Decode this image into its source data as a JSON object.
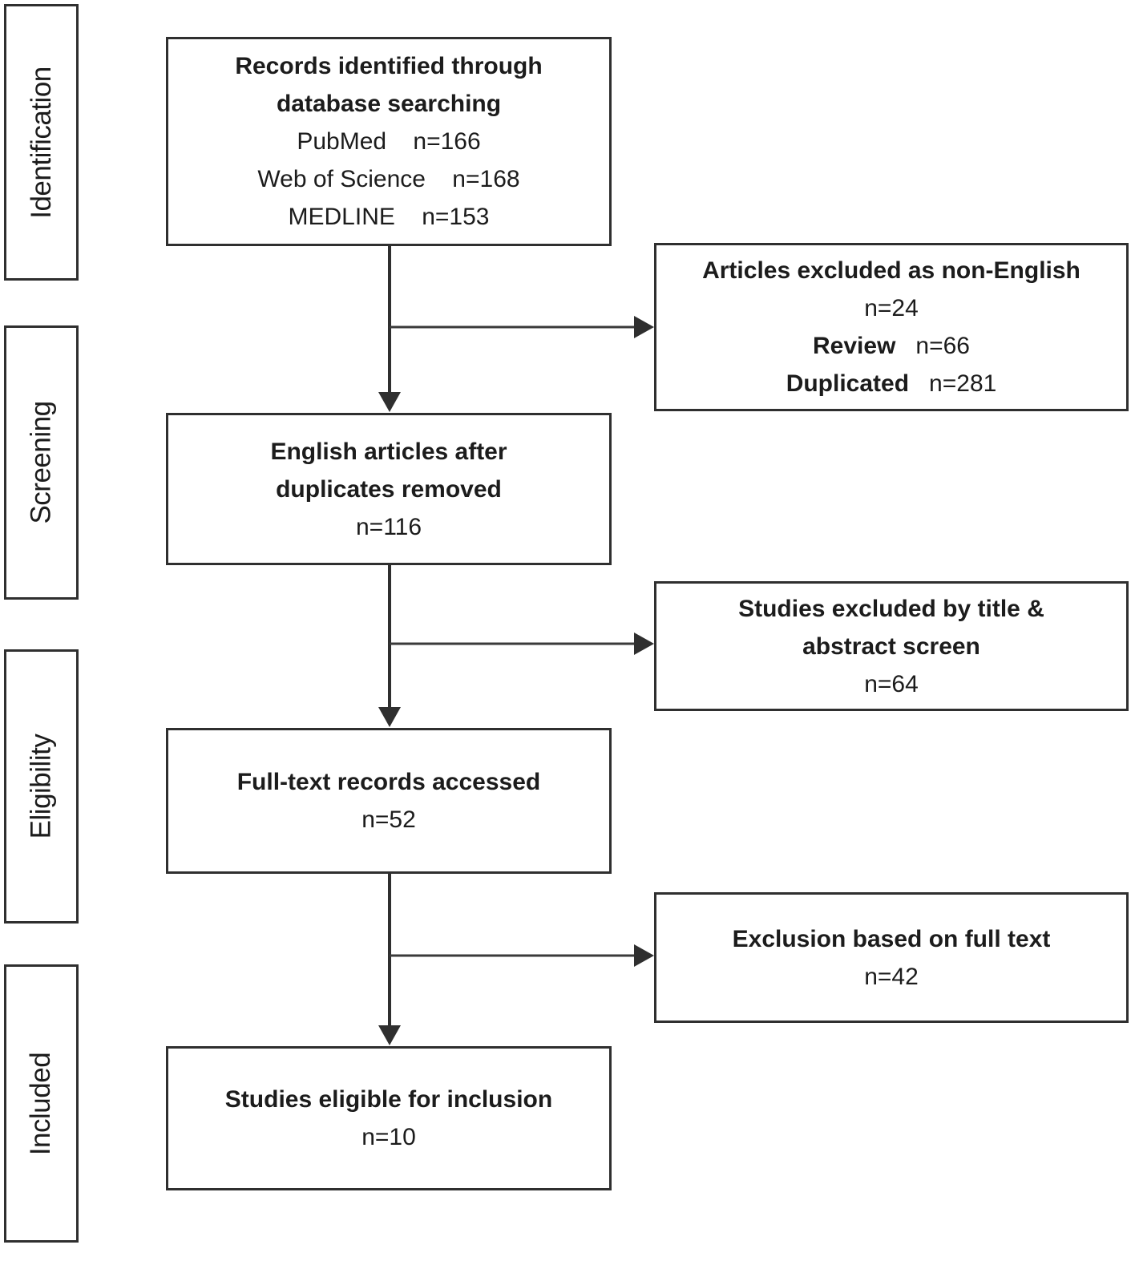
{
  "diagram": {
    "type": "prisma-flowchart",
    "colors": {
      "background": "#ffffff",
      "border": "#2f2f2f",
      "text": "#1c1c1c",
      "arrow": "#2f2f2f"
    },
    "stages": {
      "identification": "Identification",
      "screening": "Screening",
      "eligibility": "Eligibility",
      "included": "Included"
    },
    "flow": {
      "records_identified": {
        "lines": [
          {
            "bold": "Records identified through",
            "normal": ""
          },
          {
            "bold": "database searching",
            "normal": ""
          },
          {
            "bold": "",
            "normal": "PubMed    n=166"
          },
          {
            "bold": "",
            "normal": "Web of Science    n=168"
          },
          {
            "bold": "",
            "normal": "MEDLINE    n=153"
          }
        ]
      },
      "excluded_non_english": {
        "lines": [
          {
            "bold": "Articles excluded as non-English",
            "normal": ""
          },
          {
            "bold": "",
            "normal": "n=24"
          },
          {
            "bold": "Review",
            "normal": "   n=66"
          },
          {
            "bold": "Duplicated",
            "normal": "   n=281"
          }
        ]
      },
      "english_articles": {
        "lines": [
          {
            "bold": "English articles after",
            "normal": ""
          },
          {
            "bold": "duplicates removed",
            "normal": ""
          },
          {
            "bold": "",
            "normal": "n=116"
          }
        ]
      },
      "excluded_title_abstract": {
        "lines": [
          {
            "bold": "Studies excluded by title &",
            "normal": ""
          },
          {
            "bold": "abstract screen",
            "normal": ""
          },
          {
            "bold": "",
            "normal": "n=64"
          }
        ]
      },
      "full_text_accessed": {
        "lines": [
          {
            "bold": "Full-text records accessed",
            "normal": ""
          },
          {
            "bold": "",
            "normal": "n=52"
          }
        ]
      },
      "excluded_full_text": {
        "lines": [
          {
            "bold": "Exclusion based on full text",
            "normal": ""
          },
          {
            "bold": "",
            "normal": "n=42"
          }
        ]
      },
      "eligible_for_inclusion": {
        "lines": [
          {
            "bold": "Studies eligible for inclusion",
            "normal": ""
          },
          {
            "bold": "",
            "normal": "n=10"
          }
        ]
      }
    }
  }
}
